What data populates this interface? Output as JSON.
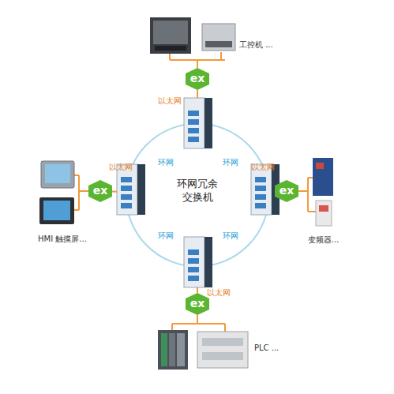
{
  "diagram": {
    "nodes": [
      {
        "text": [
          "环网冗余 交换机"
        ]
      },
      {
        "text": [
          "ex"
        ]
      },
      {
        "text": [
          "ex"
        ]
      },
      {
        "text": [
          "ex"
        ]
      },
      {
        "text": [
          "ex"
        ]
      }
    ],
    "edges": [
      {
        "from": 0,
        "to": 1,
        "arrow": "none",
        "label": "以太网"
      },
      {
        "from": 0,
        "to": 2,
        "arrow": "none",
        "label": "以太网"
      },
      {
        "from": 0,
        "to": 3,
        "arrow": "none",
        "label": "以太网"
      },
      {
        "from": 0,
        "to": 4,
        "arrow": "none",
        "label": "以太网"
      }
    ],
    "labels": [
      "环网",
      "环网",
      "环网",
      "环网",
      "工控机 ...",
      "HMI 触摸屏...",
      "变频器...",
      "PLC ..."
    ]
  }
}
